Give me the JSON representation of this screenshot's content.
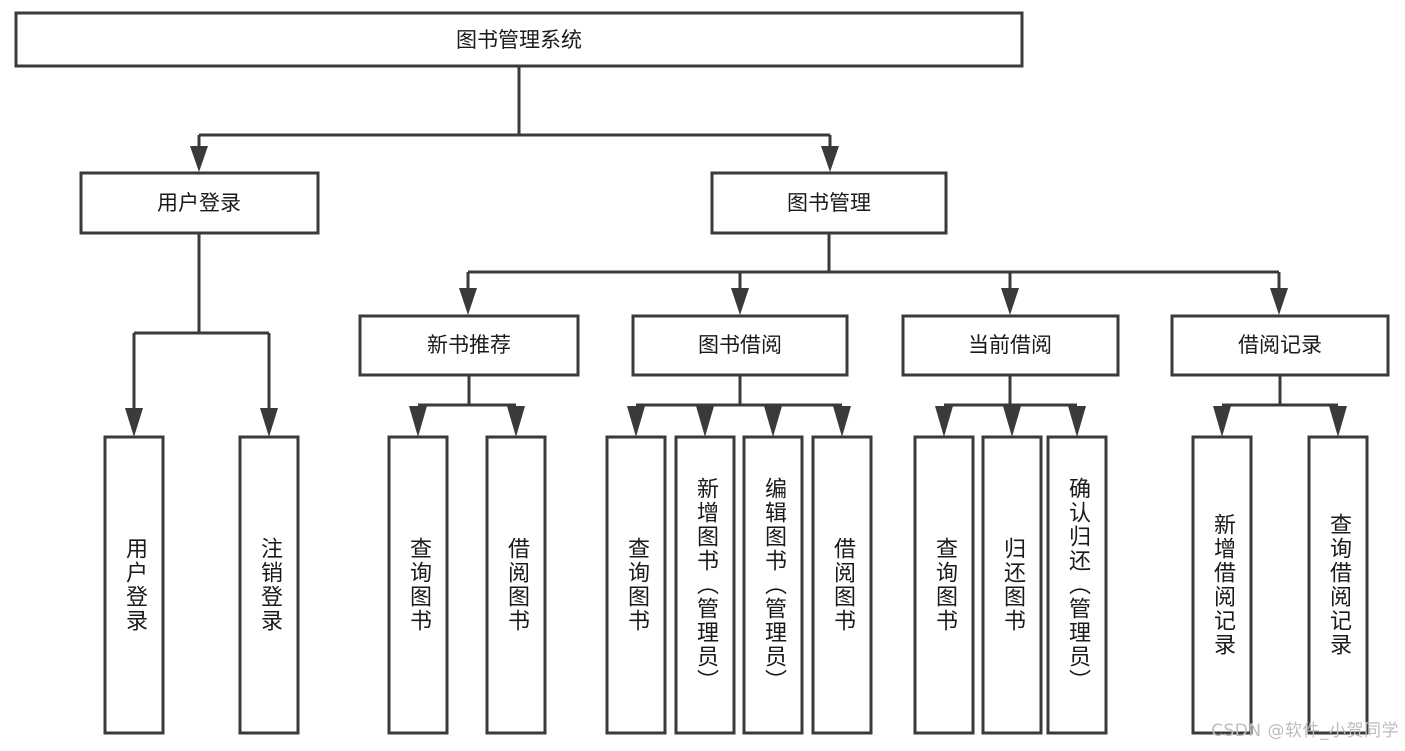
{
  "diagram": {
    "title": "图书管理系统",
    "type": "hierarchy-tree",
    "root": {
      "label": "图书管理系统"
    },
    "level1": [
      {
        "label": "用户登录"
      },
      {
        "label": "图书管理"
      }
    ],
    "level2": [
      {
        "label": "新书推荐"
      },
      {
        "label": "图书借阅"
      },
      {
        "label": "当前借阅"
      },
      {
        "label": "借阅记录"
      }
    ],
    "leaves": {
      "user_login": [
        {
          "label": "用户登录"
        },
        {
          "label": "注销登录"
        }
      ],
      "new_book_recommend": [
        {
          "label": "查询图书"
        },
        {
          "label": "借阅图书"
        }
      ],
      "book_borrow": [
        {
          "label": "查询图书"
        },
        {
          "label": "新增图书（管理员）"
        },
        {
          "label": "编辑图书（管理员）"
        },
        {
          "label": "借阅图书"
        }
      ],
      "current_borrow": [
        {
          "label": "查询图书"
        },
        {
          "label": "归还图书"
        },
        {
          "label": "确认归还（管理员）"
        }
      ],
      "borrow_record": [
        {
          "label": "新增借阅记录"
        },
        {
          "label": "查询借阅记录"
        }
      ]
    }
  },
  "watermark": {
    "text": "CSDN @软件_小贺同学"
  },
  "colors": {
    "stroke": "#3a3a3a",
    "box_fill": "#ffffff",
    "text": "#1a1a1a",
    "watermark": "#bdbdbd",
    "background": "#ffffff"
  }
}
